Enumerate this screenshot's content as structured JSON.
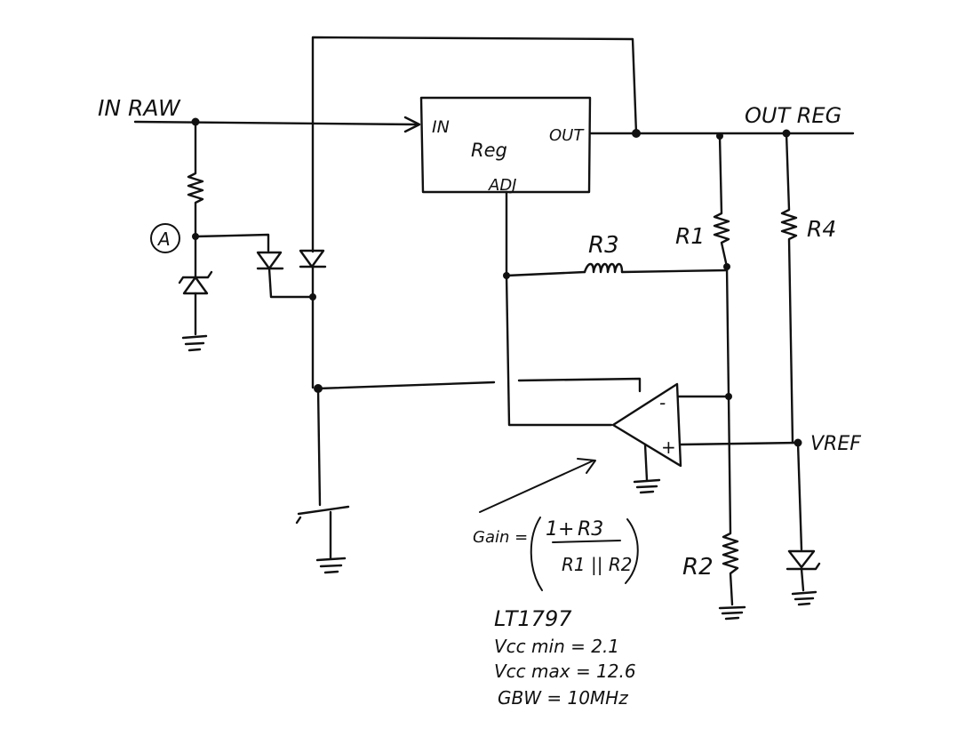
{
  "labels": {
    "in_raw": "IN RAW",
    "out_reg": "OUT REG",
    "node_a": "A",
    "reg_in": "IN",
    "reg_out": "OUT",
    "reg_name": "Reg",
    "reg_adj": "ADJ",
    "r1": "R1",
    "r2": "R2",
    "r3": "R3",
    "r4": "R4",
    "vref": "VREF",
    "opamp_minus": "-",
    "opamp_plus": "+"
  },
  "gain_formula": {
    "lhs": "Gain =",
    "one_plus": "1+",
    "numerator": "R3",
    "denominator": "R1 || R2"
  },
  "notes": {
    "part": "LT1797",
    "vcc_min": "Vcc min = 2.1",
    "vcc_max": "Vcc max = 12.6",
    "gbw": "GBW = 10MHz"
  }
}
